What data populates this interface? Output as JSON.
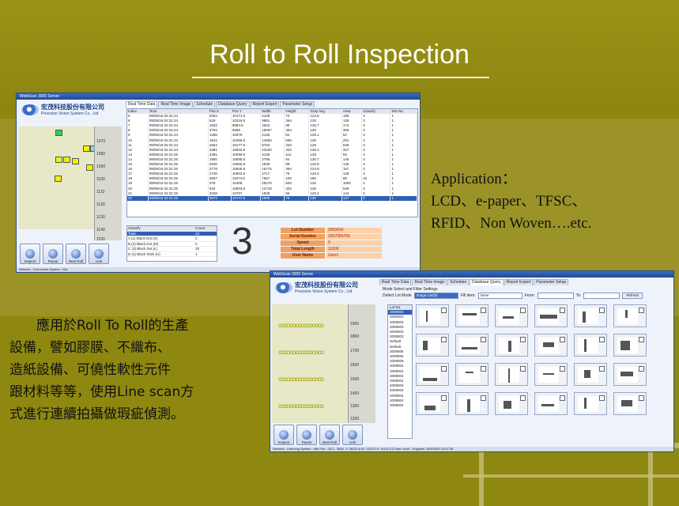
{
  "slide": {
    "title": "Roll to Roll Inspection",
    "application_lines": [
      "Application：",
      "LCD、e-paper、TFSC、",
      "RFID、Non Woven….etc."
    ],
    "body_lines": [
      "　　應用於Roll To Roll的生產",
      "設備，譬如膠膜、不織布、",
      "造紙設備、可僥性軟性元件",
      "跟材料等等，使用Line scan方",
      "式進行連續拍攝做瑕疵偵測。"
    ]
  },
  "colors": {
    "background": "#8f8810",
    "title": "#ffffff",
    "accent_blue": "#2f5fb6",
    "info_key": "#f0a060",
    "info_value": "#fbd1a8"
  },
  "window1": {
    "title": "WebScan 3000 Server",
    "logo": {
      "cn": "宏茂科技股份有限公司",
      "en": "Precision Vision System Co., Ltd"
    },
    "tabs": [
      "Real Time Data",
      "Real Time Image",
      "Schedule",
      "Database Query",
      "Report Export",
      "Parameter Setup"
    ],
    "ruler_ticks": [
      "1070",
      "1080",
      "1090",
      "1100",
      "1110",
      "1120",
      "1130",
      "1140",
      "1150"
    ],
    "columns": [
      "Index",
      "Time",
      "Pos X",
      "Pos Y",
      "Width",
      "Height",
      "Gray Avg",
      "Area",
      "Classify",
      "WS No"
    ],
    "rows": [
      [
        "5",
        "09/05/16 02:31:24",
        "2004",
        "10171.5",
        "4109",
        "72",
        "124.8",
        "195",
        "3",
        "1"
      ],
      [
        "6",
        "09/05/16 02:31:24",
        "619",
        "10219.5",
        "9861",
        "364",
        "128",
        "139",
        "3",
        "1"
      ],
      [
        "7",
        "09/05/16 02:31:24",
        "1602",
        "9984.5",
        "4623",
        "88",
        "125.7",
        "173",
        "3",
        "1"
      ],
      [
        "8",
        "09/05/16 02:31:24",
        "3784",
        "9959",
        "19057",
        "404",
        "128",
        "306",
        "3",
        "1"
      ],
      [
        "9",
        "09/05/16 02:31:24",
        "1265",
        "10579",
        "2136",
        "84",
        "125.1",
        "52",
        "3",
        "1"
      ],
      [
        "10",
        "09/05/16 02:31:24",
        "1641",
        "10466.5",
        "14692",
        "690",
        "128",
        "291",
        "3",
        "1"
      ],
      [
        "11",
        "09/05/16 02:31:24",
        "2654",
        "10177.5",
        "8763",
        "320",
        "128",
        "539",
        "3",
        "1"
      ],
      [
        "12",
        "09/05/16 02:31:24",
        "3381",
        "10842.5",
        "23230",
        "332",
        "126.3",
        "327",
        "3",
        "1"
      ],
      [
        "13",
        "09/05/16 02:31:25",
        "3381",
        "10099.5",
        "4135",
        "112",
        "128",
        "93",
        "3",
        "1"
      ],
      [
        "14",
        "09/05/16 02:31:25",
        "1900",
        "10695.5",
        "2766",
        "84",
        "130.7",
        "145",
        "3",
        "1"
      ],
      [
        "15",
        "09/05/16 02:31:25",
        "2946",
        "10665.5",
        "2538",
        "88",
        "129.9",
        "145",
        "3",
        "1"
      ],
      [
        "16",
        "09/05/16 02:31:25",
        "2778",
        "10606.5",
        "15775",
        "394",
        "124.9",
        "157",
        "3",
        "1"
      ],
      [
        "17",
        "09/05/16 02:31:25",
        "1740",
        "10803.5",
        "2717",
        "76",
        "129.2",
        "149",
        "3",
        "1"
      ],
      [
        "18",
        "09/05/16 02:31:25",
        "3657",
        "11074.5",
        "7657",
        "100",
        "255",
        "99",
        "15",
        "1"
      ],
      [
        "19",
        "09/05/16 02:31:25",
        "378",
        "10408",
        "29278",
        "500",
        "125",
        "1060",
        "3",
        "1"
      ],
      [
        "20",
        "09/05/16 02:31:25",
        "942",
        "10603.5",
        "12718",
        "402",
        "128",
        "545",
        "3",
        "1"
      ],
      [
        "21",
        "09/05/16 02:31:25",
        "3328",
        "10767",
        "1938",
        "56",
        "128.4",
        "144",
        "3",
        "1"
      ],
      [
        "22",
        "09/05/16 02:31:25",
        "3674",
        "10747.5",
        "2905",
        "76",
        "130",
        "147",
        "3",
        "1"
      ]
    ],
    "classify": {
      "headers": [
        "Classify",
        "Count"
      ],
      "rows": [
        [
          "Total",
          "23"
        ],
        [
          "A (1) Black Dot (S)",
          "0"
        ],
        [
          "B (2) Black Dot (M)",
          "0"
        ],
        [
          "C (3) Black Dot (L)",
          "20"
        ],
        [
          "D (4) Black Stick (H)",
          "1"
        ]
      ]
    },
    "big_number": "3",
    "info": [
      {
        "label": "Lot Number",
        "value": "2009416"
      },
      {
        "label": "Serial Number",
        "value": "2007094706"
      },
      {
        "label": "Speed",
        "value": "0"
      },
      {
        "label": "Total Length",
        "value": "11600"
      },
      {
        "label": "User Name",
        "value": "User1"
      }
    ],
    "buttons": [
      "Inspect",
      "Pause",
      "Next Roll",
      "Link"
    ],
    "status": "Network : Connected      System : Idle"
  },
  "window2": {
    "title": "WebScan 3000 Server",
    "logo": {
      "cn": "宏茂科技股份有限公司",
      "en": "Precision Vision System Co., Ltd"
    },
    "tabs": [
      "Real Time Data",
      "Real Time Image",
      "Schedule",
      "Database Query",
      "Report Export",
      "Parameter Setup"
    ],
    "mode_label": "Mode Select and Filter Settings",
    "filter": {
      "mode_label": "Defect Lot Mode",
      "mode_value": "Image List(S)",
      "fill_item_label": "Fill Item:",
      "fill_item_value": "None",
      "from_label": "From:",
      "to_label": "To:",
      "refresh": "Refresh"
    },
    "lot_header": "Lot No",
    "lots": [
      "2009003",
      "2009003",
      "2009003",
      "2009003",
      "2009003",
      "2009003",
      "Default",
      "Default",
      "2009005",
      "2009005",
      "2009005",
      "2009004",
      "2009004",
      "2009004",
      "2009004",
      "2009004",
      "2009004",
      "2009004",
      "2009004",
      "2009004"
    ],
    "ruler_ticks": [
      "1900",
      "1800",
      "1700",
      "1600",
      "1500",
      "1400",
      "1300",
      "1200"
    ],
    "buttons": [
      "Inspect",
      "Pause",
      "Next Roll",
      "Link"
    ],
    "status": "Network : Listening      System : Idle          Pos : 26.3 , 3608 , F 36224.6  W: 1334.5  H: 410  A 3.2          User Level : Engineer       16/6/2009 14:47:08"
  }
}
